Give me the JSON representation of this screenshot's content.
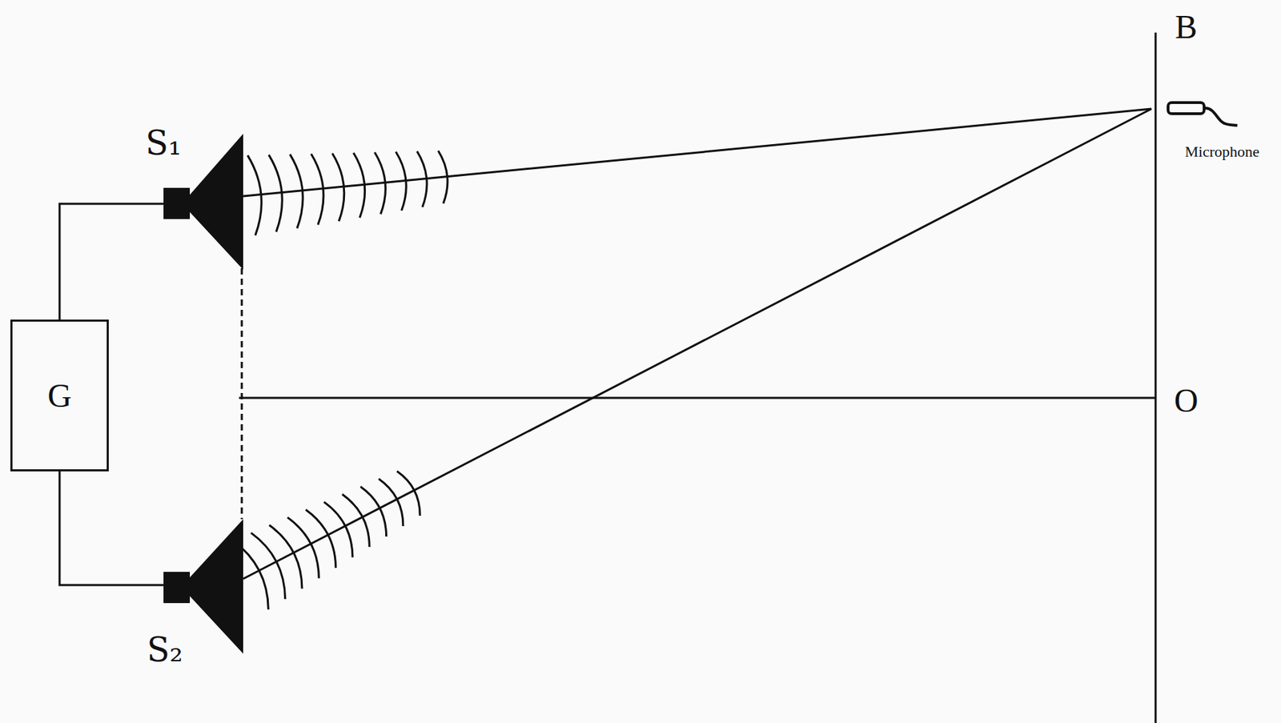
{
  "diagram": {
    "nodes": [
      {
        "text": [
          "G"
        ]
      }
    ],
    "labels": [
      "S₁",
      "S₂",
      "B",
      "O",
      "Microphone"
    ]
  }
}
